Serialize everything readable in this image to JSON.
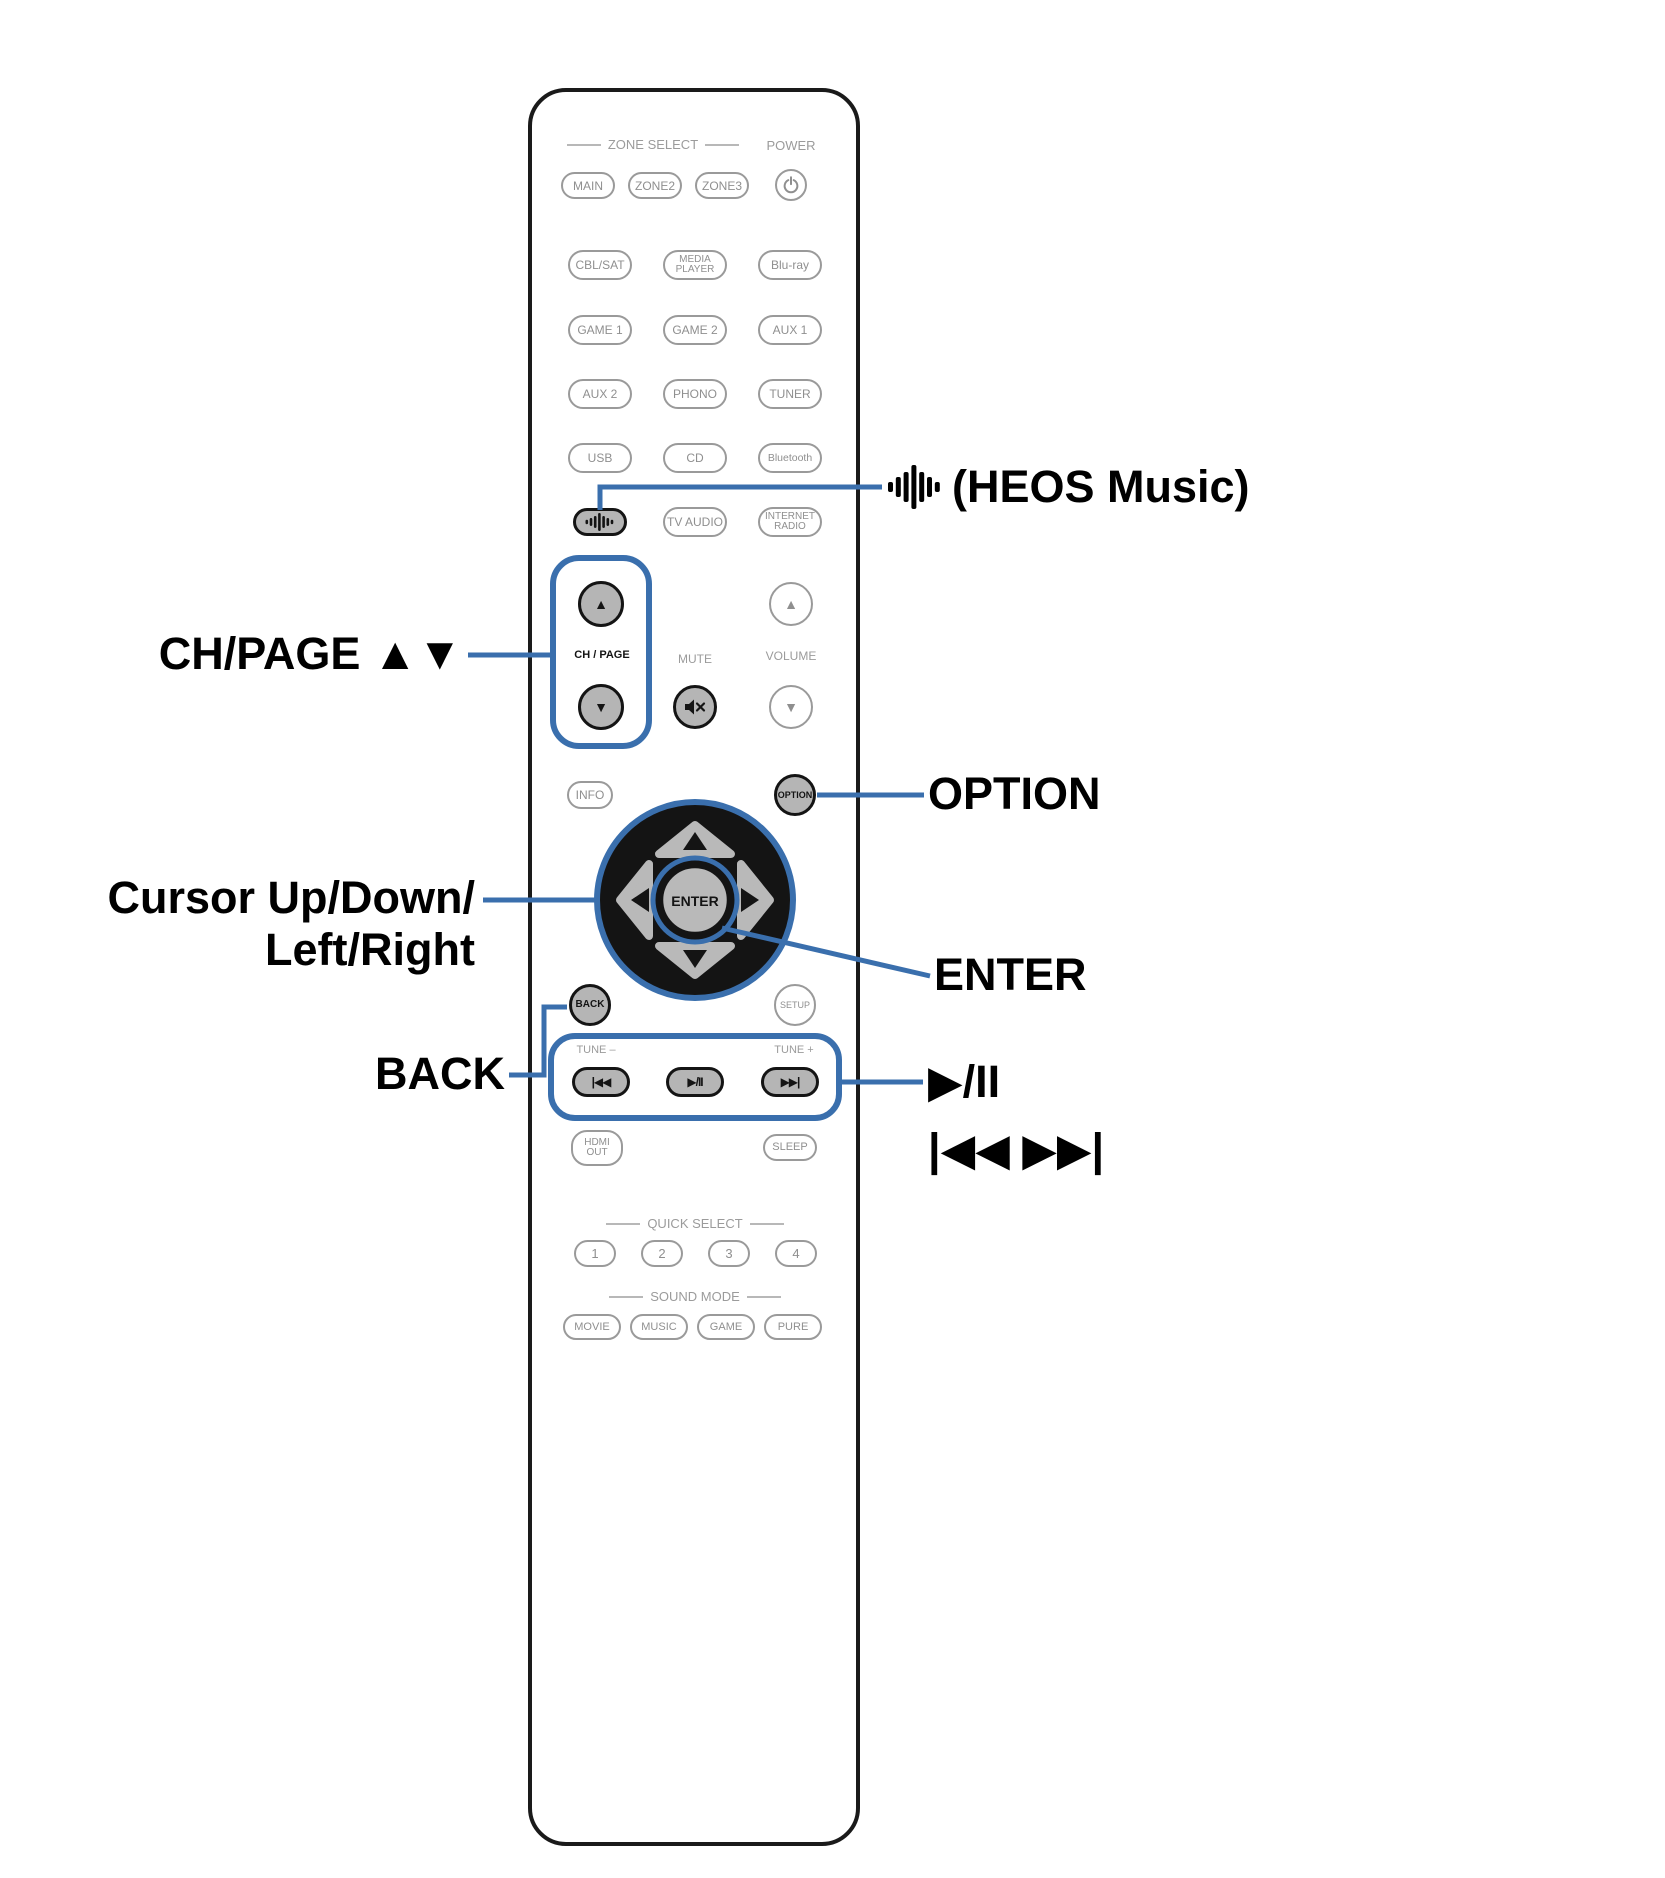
{
  "colors": {
    "accent": "#3a6fad",
    "outline_gray": "#9a9a9a",
    "text_gray": "#8f8f8f",
    "button_fill": "#b5b5b5"
  },
  "remote": {
    "zone_select_label": "ZONE SELECT",
    "power_label": "POWER",
    "zone_buttons": [
      "MAIN",
      "ZONE2",
      "ZONE3"
    ],
    "sources": {
      "cbl_sat": "CBL/SAT",
      "media_player_line1": "MEDIA",
      "media_player_line2": "PLAYER",
      "blu_ray": "Blu-ray",
      "game1": "GAME 1",
      "game2": "GAME 2",
      "aux1": "AUX 1",
      "aux2": "AUX 2",
      "phono": "PHONO",
      "tuner": "TUNER",
      "usb": "USB",
      "cd": "CD",
      "bluetooth": "Bluetooth",
      "tv_audio": "TV AUDIO",
      "internet_radio_line1": "INTERNET",
      "internet_radio_line2": "RADIO"
    },
    "ch_page_label": "CH / PAGE",
    "mute_label": "MUTE",
    "volume_label": "VOLUME",
    "info_label": "INFO",
    "option_label": "OPTION",
    "enter_label": "ENTER",
    "back_label": "BACK",
    "setup_label": "SETUP",
    "tune_minus_label": "TUNE –",
    "tune_plus_label": "TUNE +",
    "hdmi_line1": "HDMI",
    "hdmi_line2": "OUT",
    "sleep_label": "SLEEP",
    "quick_select_label": "QUICK SELECT",
    "quick_buttons": [
      "1",
      "2",
      "3",
      "4"
    ],
    "sound_mode_label": "SOUND MODE",
    "sound_buttons": [
      "MOVIE",
      "MUSIC",
      "GAME",
      "PURE"
    ],
    "glyphs": {
      "up": "▲",
      "down": "▼",
      "skip_back": "|◀◀",
      "play_pause": "▶/II",
      "skip_fwd": "▶▶|"
    }
  },
  "callouts": {
    "heos": "(HEOS Music)",
    "ch_page": "CH/PAGE ▲▼",
    "option": "OPTION",
    "cursor_line1": "Cursor Up/Down/",
    "cursor_line2": "Left/Right",
    "enter": "ENTER",
    "back": "BACK",
    "play_pause": "▶/II",
    "skip": "|◀◀ ▶▶|"
  }
}
